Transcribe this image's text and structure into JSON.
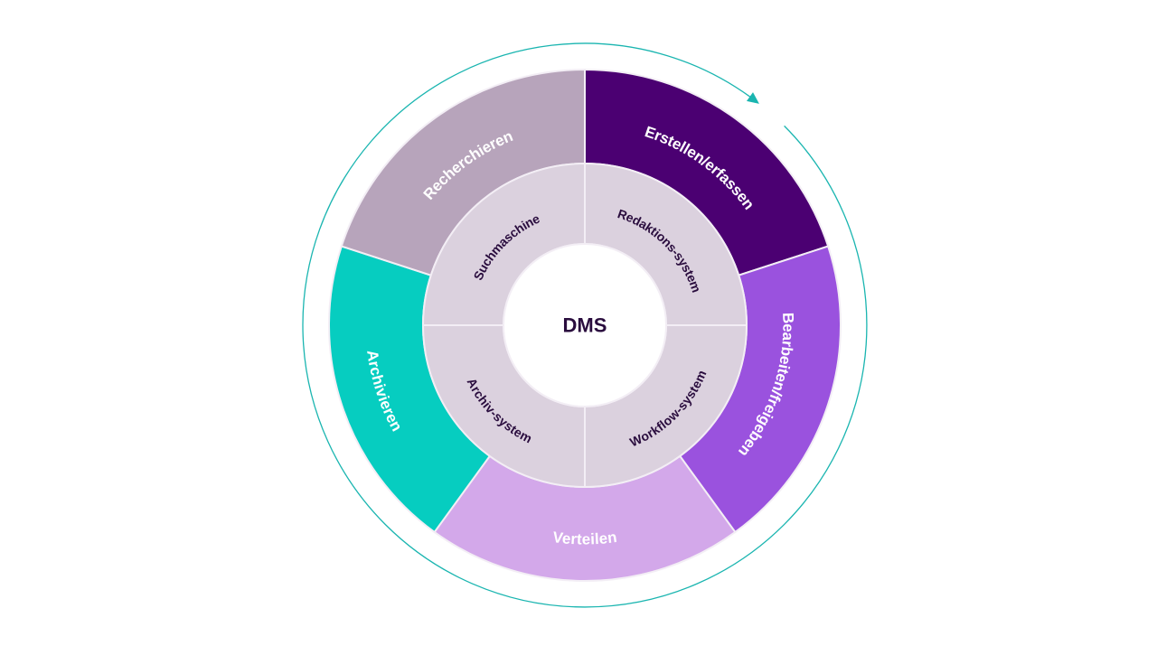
{
  "center": {
    "label": "DMS"
  },
  "outer_ring": [
    {
      "label": "Erstellen/erfassen",
      "color": "#4b0072"
    },
    {
      "label": "Bearbeiten/freigeben",
      "color": "#9a52de"
    },
    {
      "label": "Verteilen",
      "color": "#d3a8ea"
    },
    {
      "label": "Archivieren",
      "color": "#06cdc0"
    },
    {
      "label": "Recherchieren",
      "color": "#b7a4bb"
    }
  ],
  "inner_ring": [
    {
      "label": "Redaktions-system"
    },
    {
      "label": "Workflow-system"
    },
    {
      "label": "Archiv-system"
    },
    {
      "label": "Suchmaschine"
    }
  ],
  "colors": {
    "inner_ring": "#dbd1de",
    "cycle_arrow": "#1ab5b0",
    "divider": "#f3eef5",
    "text_dark": "#2a0d3e"
  },
  "cycle": {
    "direction": "clockwise"
  }
}
